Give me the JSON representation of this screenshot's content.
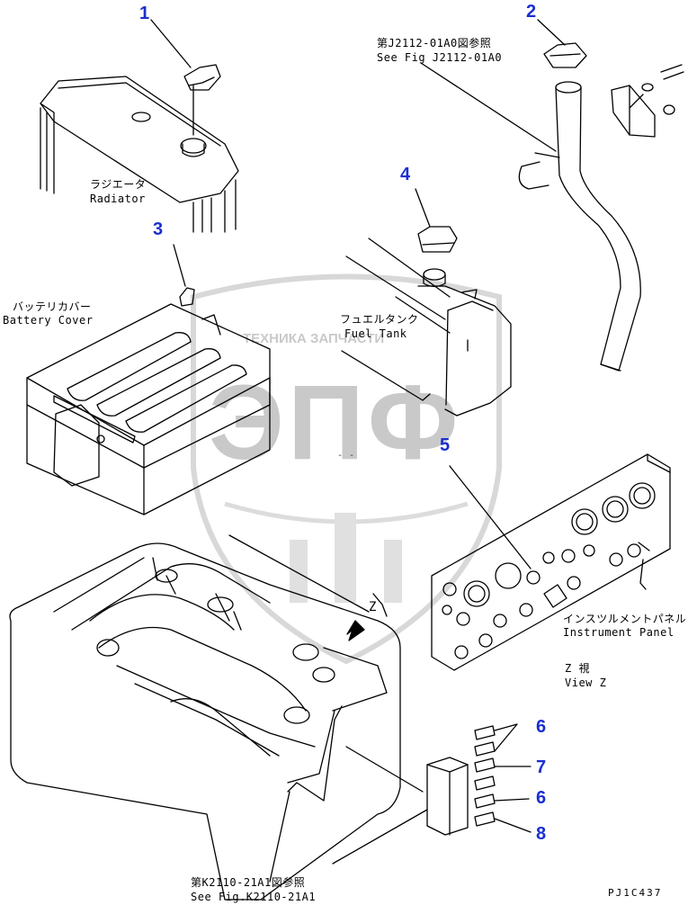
{
  "refs": {
    "fig_j2112_jp": "第J2112-01A0図参照",
    "fig_j2112_en": "See Fig J2112-01A0",
    "fig_k2110_jp": "第K2110-21A1図参照",
    "fig_k2110_en": "See Fig.K2110-21A1"
  },
  "parts": {
    "radiator_jp": "ラジエータ",
    "radiator_en": "Radiator",
    "battery_jp": "バッテリカバー",
    "battery_en": "Battery Cover",
    "fuel_jp": "フュエルタンク",
    "fuel_en": "Fuel Tank",
    "panel_jp": "インスツルメントパネル",
    "panel_en": "Instrument Panel",
    "view_jp": "Z  視",
    "view_en": "View Z",
    "view_marker": "Z"
  },
  "callouts": [
    "1",
    "2",
    "3",
    "4",
    "5",
    "6",
    "7",
    "6",
    "8"
  ],
  "watermark": {
    "top_text": "ТЕХНИКА   ЗАПЧАСТИ",
    "letters": "ЭПФ",
    "mark": "- -"
  },
  "drawing_code": "PJ1C437",
  "colors": {
    "callout": "#1a2fd0",
    "line": "#000000",
    "watermark": "#c9c9c9"
  }
}
